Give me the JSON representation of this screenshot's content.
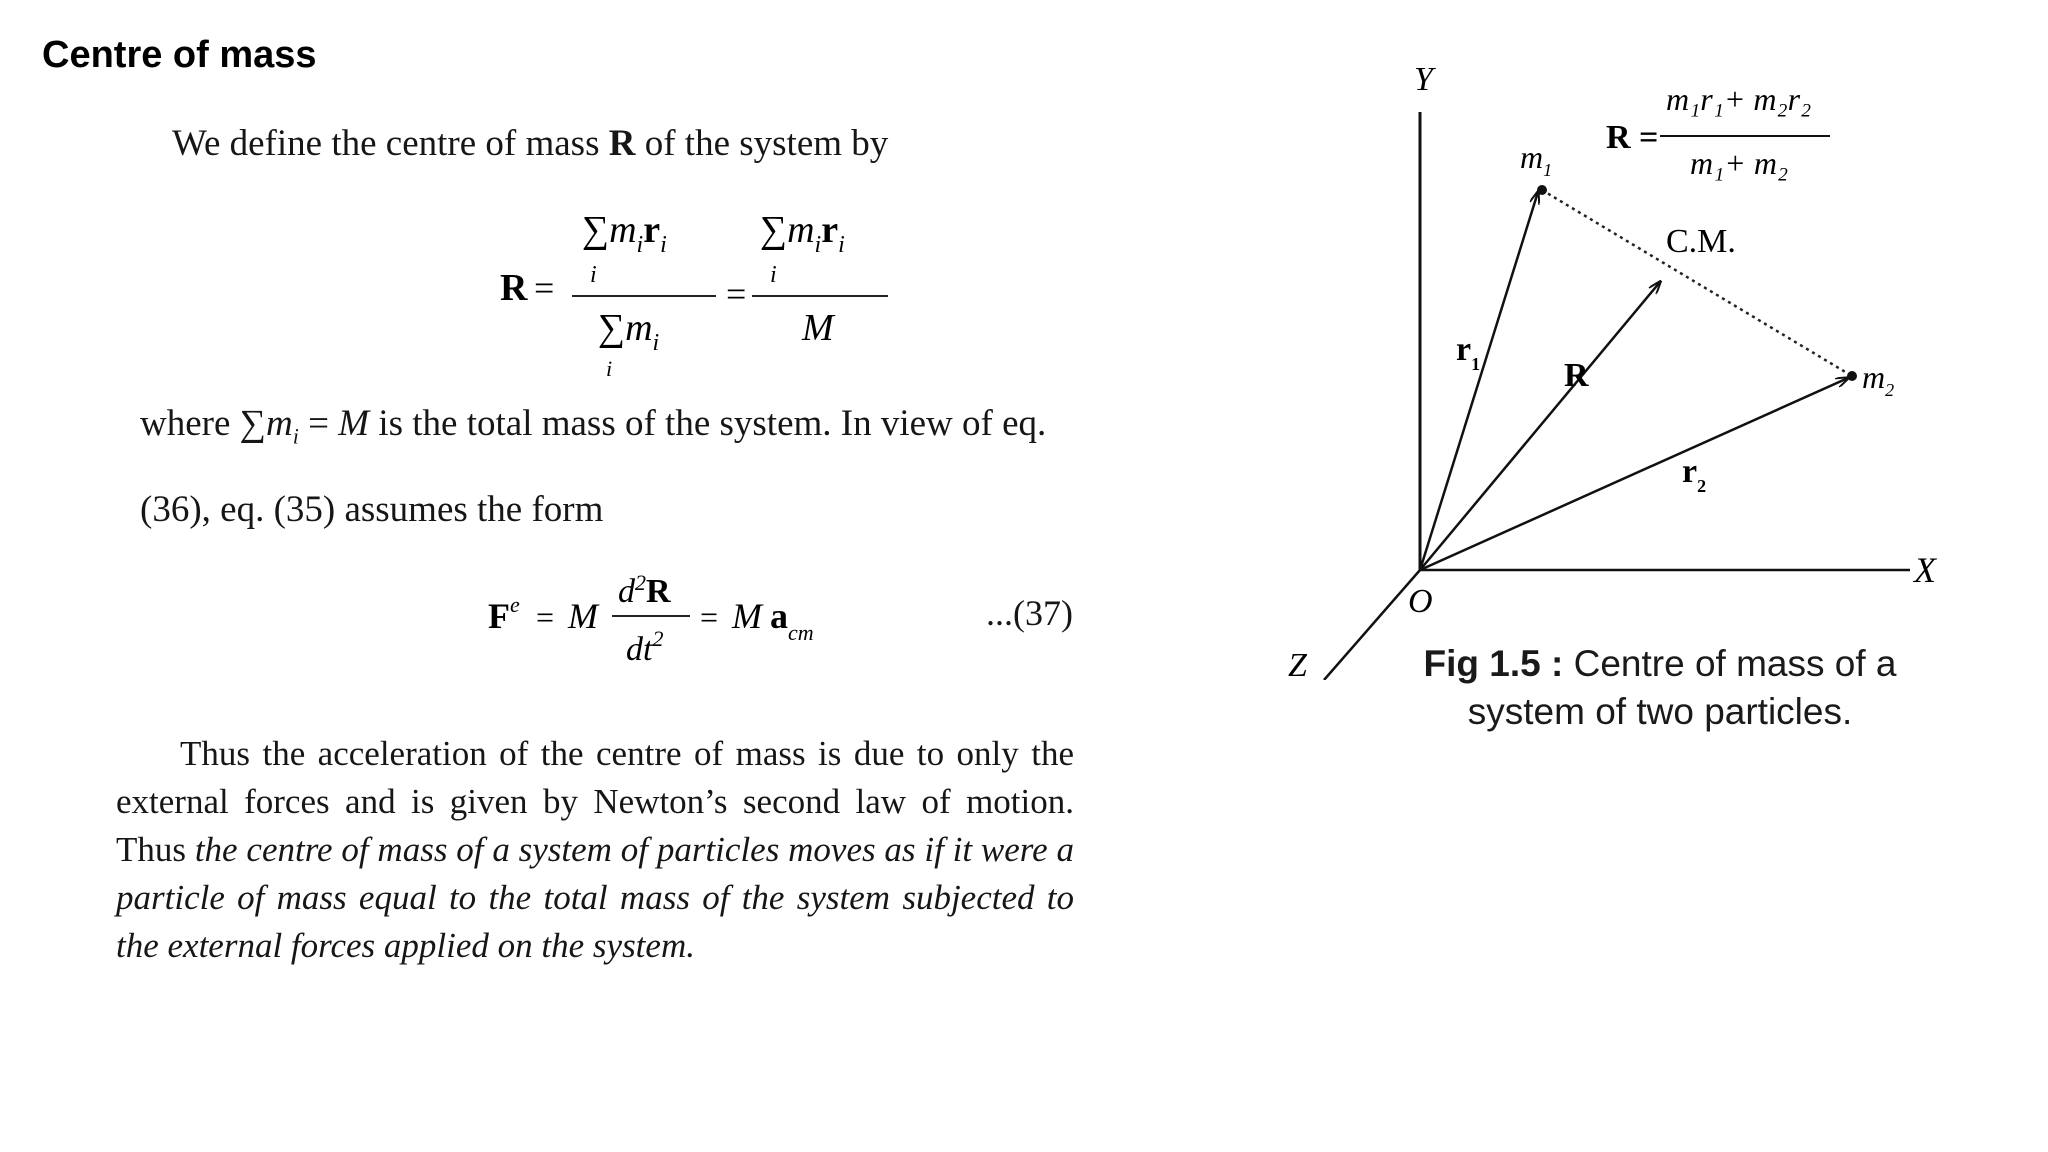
{
  "page": {
    "title": "Centre of mass"
  },
  "text": {
    "definition_pre": "We define the centre of mass ",
    "definition_symbol": "R",
    "definition_post": " of the system by",
    "where_pre": "where ",
    "where_sum_term": "∑m",
    "where_sum_sub": "i",
    "where_eq": " = ",
    "where_M": "M",
    "where_post": " is the total mass of the system. In view of eq.",
    "form_line": "(36), eq. (35) assumes the form",
    "eq_label": "...(37)",
    "conclusion_plain": "Thus the acceleration of the centre of mass is due to only the external forces and is given by Newton’s second law of motion. Thus ",
    "conclusion_italic": "the centre of mass of a system of particles moves as if it were a particle of mass equal to the total mass of the system subjected to the external forces applied on the system."
  },
  "equation_36": {
    "lhs": "R",
    "equals": "=",
    "num1": "∑m",
    "num1_sub": "i",
    "num1_vec": "r",
    "num1_vec_sub": "i",
    "num1_lower": "i",
    "den1": "∑m",
    "den1_sub": "i",
    "den1_lower": "i",
    "num2": "∑m",
    "num2_sub": "i",
    "num2_vec": "r",
    "num2_vec_sub": "i",
    "num2_lower": "i",
    "den2": "M"
  },
  "equation_37": {
    "F": "F",
    "F_sup": "e",
    "eq1": "=",
    "M": "M",
    "num": "d",
    "num_sup": "2",
    "num_vec": "R",
    "den": "dt",
    "den_sup": "2",
    "eq2": "=",
    "M2": "M",
    "a": "a",
    "a_sub": "cm"
  },
  "figure": {
    "axis_y": "Y",
    "axis_x": "X",
    "axis_z": "Z",
    "origin": "O",
    "label_m1": "m",
    "label_m1_sub": "1",
    "label_m2": "m",
    "label_m2_sub": "2",
    "label_cm": "C.M.",
    "label_r1": "r",
    "label_r1_sub": "1",
    "label_r2": "r",
    "label_r2_sub": "2",
    "label_R": "R",
    "formula_lhs": "R =",
    "formula_num": "m₁r₁+ m₂r₂",
    "formula_den": "m₁+ m₂",
    "caption_label": "Fig 1.5 :",
    "caption_text": " Centre of mass of a system of two particles."
  }
}
